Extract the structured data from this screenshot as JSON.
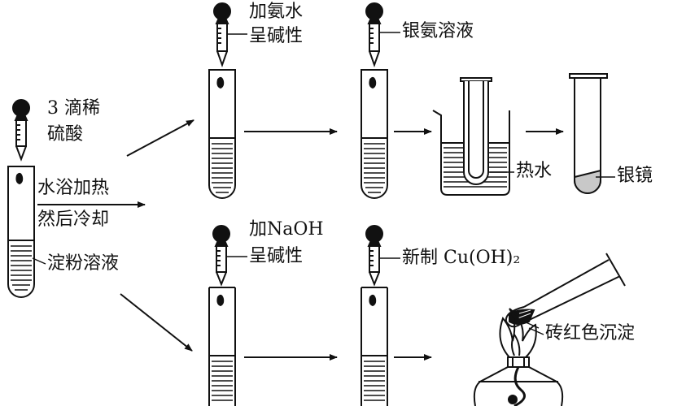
{
  "labels": {
    "step1_reagent_line1": "3 滴稀",
    "step1_reagent_line2": "硫酸",
    "step1_condition_line1": "水浴加热",
    "step1_condition_line2": "然后冷却",
    "step1_solution": "淀粉溶液",
    "upper_reagent_line1": "加氨水",
    "upper_reagent_line2": "呈碱性",
    "upper_test_reagent": "银氨溶液",
    "upper_bath": "热水",
    "upper_result": "银镜",
    "lower_reagent_line1": "加NaOH",
    "lower_reagent_line2": "呈碱性",
    "lower_test_reagent": "新制 Cu(OH)₂",
    "lower_result": "砖红色沉淀"
  },
  "colors": {
    "ink": "#111111",
    "silver_mirror": "#c8c8c8",
    "background": "#ffffff"
  },
  "icons": [
    "dropper-icon",
    "test-tube-icon",
    "beaker-icon",
    "alcohol-lamp-icon"
  ]
}
